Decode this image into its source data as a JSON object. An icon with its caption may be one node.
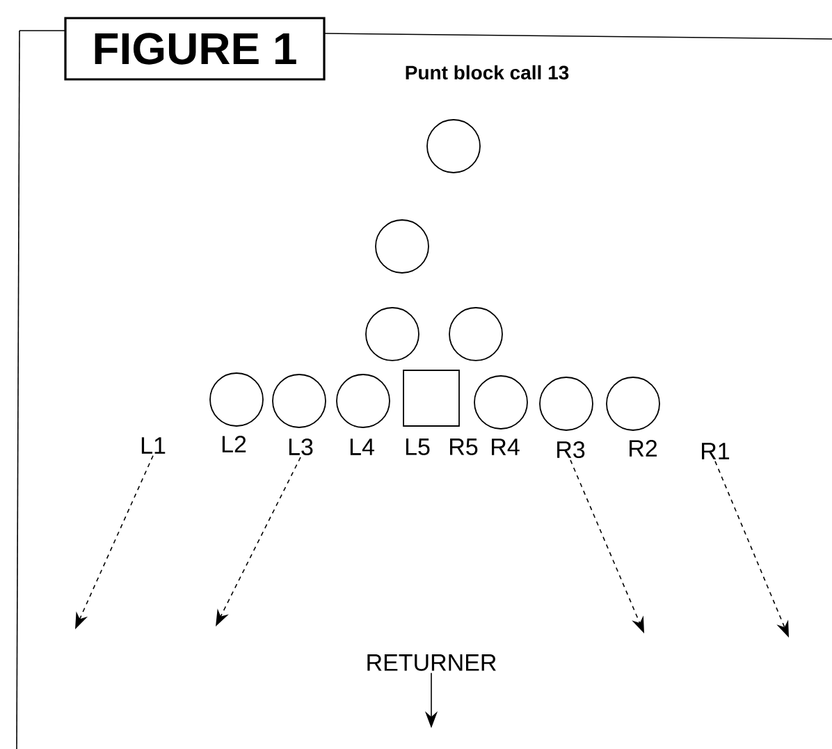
{
  "diagram": {
    "title": "Punt block call 13",
    "nodes": [
      {
        "text": [],
        "shape": "circle"
      },
      {
        "text": [],
        "shape": "circle"
      },
      {
        "text": [],
        "shape": "circle"
      },
      {
        "text": [],
        "shape": "circle"
      },
      {
        "text": [],
        "shape": "circle"
      },
      {
        "text": [],
        "shape": "circle"
      },
      {
        "text": [],
        "shape": "circle"
      },
      {
        "text": [],
        "shape": "box"
      },
      {
        "text": [],
        "shape": "circle"
      },
      {
        "text": [],
        "shape": "circle"
      },
      {
        "text": [],
        "shape": "circle"
      },
      {
        "text": [
          "L1"
        ]
      },
      {
        "text": [
          "L3"
        ]
      },
      {
        "text": [
          "R3"
        ]
      },
      {
        "text": [
          "R1"
        ]
      },
      {
        "text": [
          "RETURNER"
        ]
      }
    ],
    "edges": [
      {
        "from": 11,
        "to": null,
        "arrow": "to",
        "style": "dashed"
      },
      {
        "from": 12,
        "to": null,
        "arrow": "to",
        "style": "dashed"
      },
      {
        "from": 13,
        "to": null,
        "arrow": "to",
        "style": "dashed"
      },
      {
        "from": 14,
        "to": null,
        "arrow": "to",
        "style": "dashed"
      },
      {
        "from": 15,
        "to": null,
        "arrow": "to"
      }
    ],
    "labels": [
      "FIGURE 1",
      "L2",
      "L4",
      "L5",
      "R5",
      "R4",
      "R2"
    ]
  }
}
